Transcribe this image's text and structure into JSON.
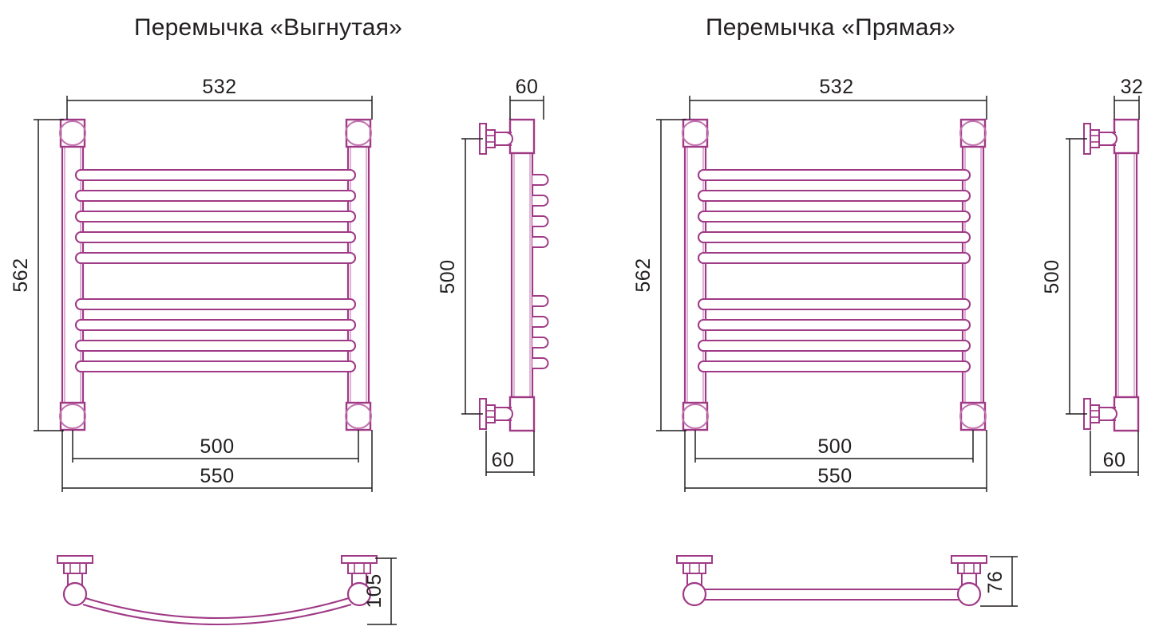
{
  "drawing": {
    "type": "technical-dimension-drawing",
    "subject": "heated towel rail (polotencesushitel) jumper variants",
    "line_color_primary": "#a03a86",
    "line_color_secondary": "#d08fc4",
    "dim_line_color": "#231f20",
    "background": "#ffffff"
  },
  "panels": [
    {
      "id": "left",
      "title": "Перемычка «Выгнутая»",
      "views": {
        "front": {
          "name": "front-view",
          "dimensions": {
            "top_width": "532",
            "height": "562",
            "bottom_inner_width": "500",
            "bottom_outer_width": "550"
          },
          "rungs_count": 9,
          "rung_groups": [
            5,
            4
          ]
        },
        "side": {
          "name": "side-view",
          "dimensions": {
            "depth_top": "60",
            "height": "500",
            "depth_bottom": "60"
          },
          "protruding_rungs": 8
        },
        "top": {
          "name": "top-view-curved",
          "dimensions": {
            "projection": "105"
          }
        }
      }
    },
    {
      "id": "right",
      "title": "Перемычка «Прямая»",
      "views": {
        "front": {
          "name": "front-view",
          "dimensions": {
            "top_width": "532",
            "height": "562",
            "bottom_inner_width": "500",
            "bottom_outer_width": "550"
          },
          "rungs_count": 9,
          "rung_groups": [
            5,
            4
          ]
        },
        "side": {
          "name": "side-view",
          "dimensions": {
            "depth_top": "32",
            "height": "500",
            "depth_bottom": "60"
          },
          "protruding_rungs": 0
        },
        "top": {
          "name": "top-view-straight",
          "dimensions": {
            "projection": "76"
          }
        }
      }
    }
  ],
  "labels": {
    "l_532": "532",
    "l_562": "562",
    "l_500_bottom": "500",
    "l_550": "550",
    "l_60_top": "60",
    "l_500_side": "500",
    "l_60_bottom": "60",
    "l_105": "105",
    "r_532": "532",
    "r_562": "562",
    "r_500_bottom": "500",
    "r_550": "550",
    "r_32_top": "32",
    "r_500_side": "500",
    "r_60_bottom": "60",
    "r_76": "76"
  }
}
